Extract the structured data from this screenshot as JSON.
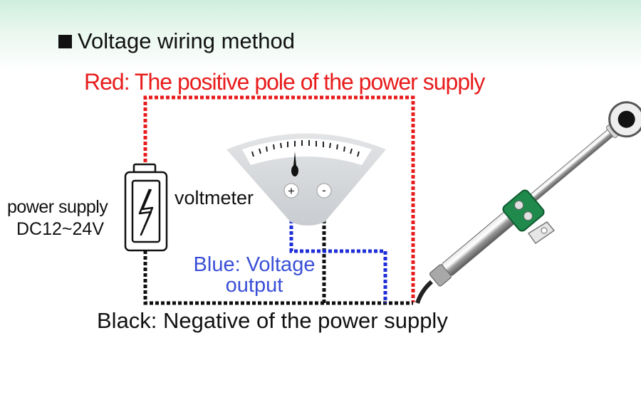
{
  "heading": {
    "text": "Voltage wiring method"
  },
  "labels": {
    "red": "Red: The positive pole of the power supply",
    "power_supply": "power supply",
    "power_spec": "DC12~24V",
    "voltmeter": "voltmeter",
    "blue_line1": "Blue: Voltage",
    "blue_line2": "output",
    "black": "Black: Negative of the power supply"
  },
  "terminals": {
    "plus": "+",
    "minus": "-"
  },
  "colors": {
    "red_wire": "#e81c1c",
    "blue_wire": "#1e2fd8",
    "black_wire": "#111111",
    "blue_text": "#3a4fd6",
    "bracket_green": "#1f8a4c"
  },
  "icons": [
    "power-supply-icon",
    "voltmeter-icon",
    "displacement-sensor-icon"
  ]
}
